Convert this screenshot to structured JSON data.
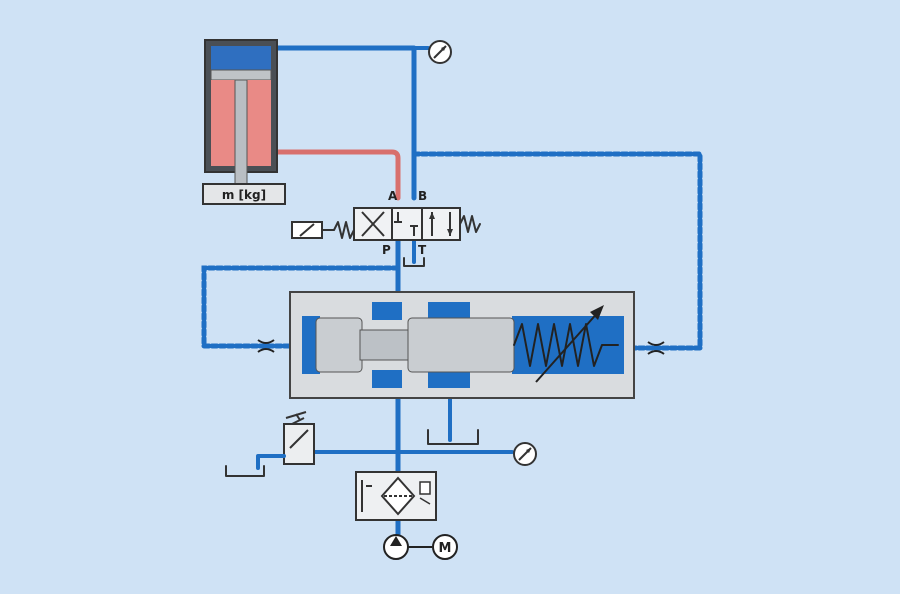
{
  "labels": {
    "load": "m [kg]",
    "port_a": "A",
    "port_b": "B",
    "port_p": "P",
    "port_t": "T",
    "motor": "M"
  },
  "colors": {
    "background": "#cfe2f5",
    "pressure_line": "#1f6fc4",
    "return_line": "#d8706d",
    "cylinder_fill": "#e98a86",
    "body_gray": "#d9dcdf",
    "outline": "#3a3a3a",
    "spool_gray": "#c9cdd1"
  },
  "icons": {
    "gauge_top": "pressure-gauge-icon",
    "gauge_right": "pressure-gauge-icon",
    "motor": "electric-motor-icon",
    "pump": "hydraulic-pump-icon",
    "filter": "filter-icon",
    "solenoid": "solenoid-actuator-icon",
    "throttle_left": "throttle-valve-icon",
    "throttle_right": "throttle-valve-icon",
    "spring": "spring-icon",
    "relief_valve": "relief-valve-icon",
    "tank": "tank-icon"
  }
}
